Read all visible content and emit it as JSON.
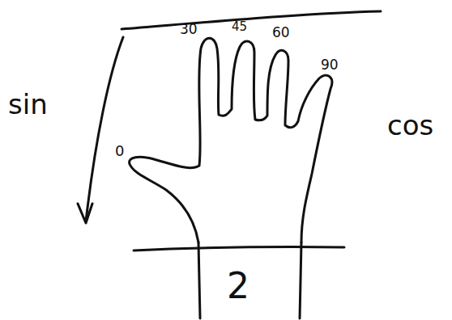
{
  "diagram": {
    "labels": [
      "sin",
      "cos",
      "0",
      "30",
      "45",
      "60",
      "90",
      "2"
    ]
  }
}
